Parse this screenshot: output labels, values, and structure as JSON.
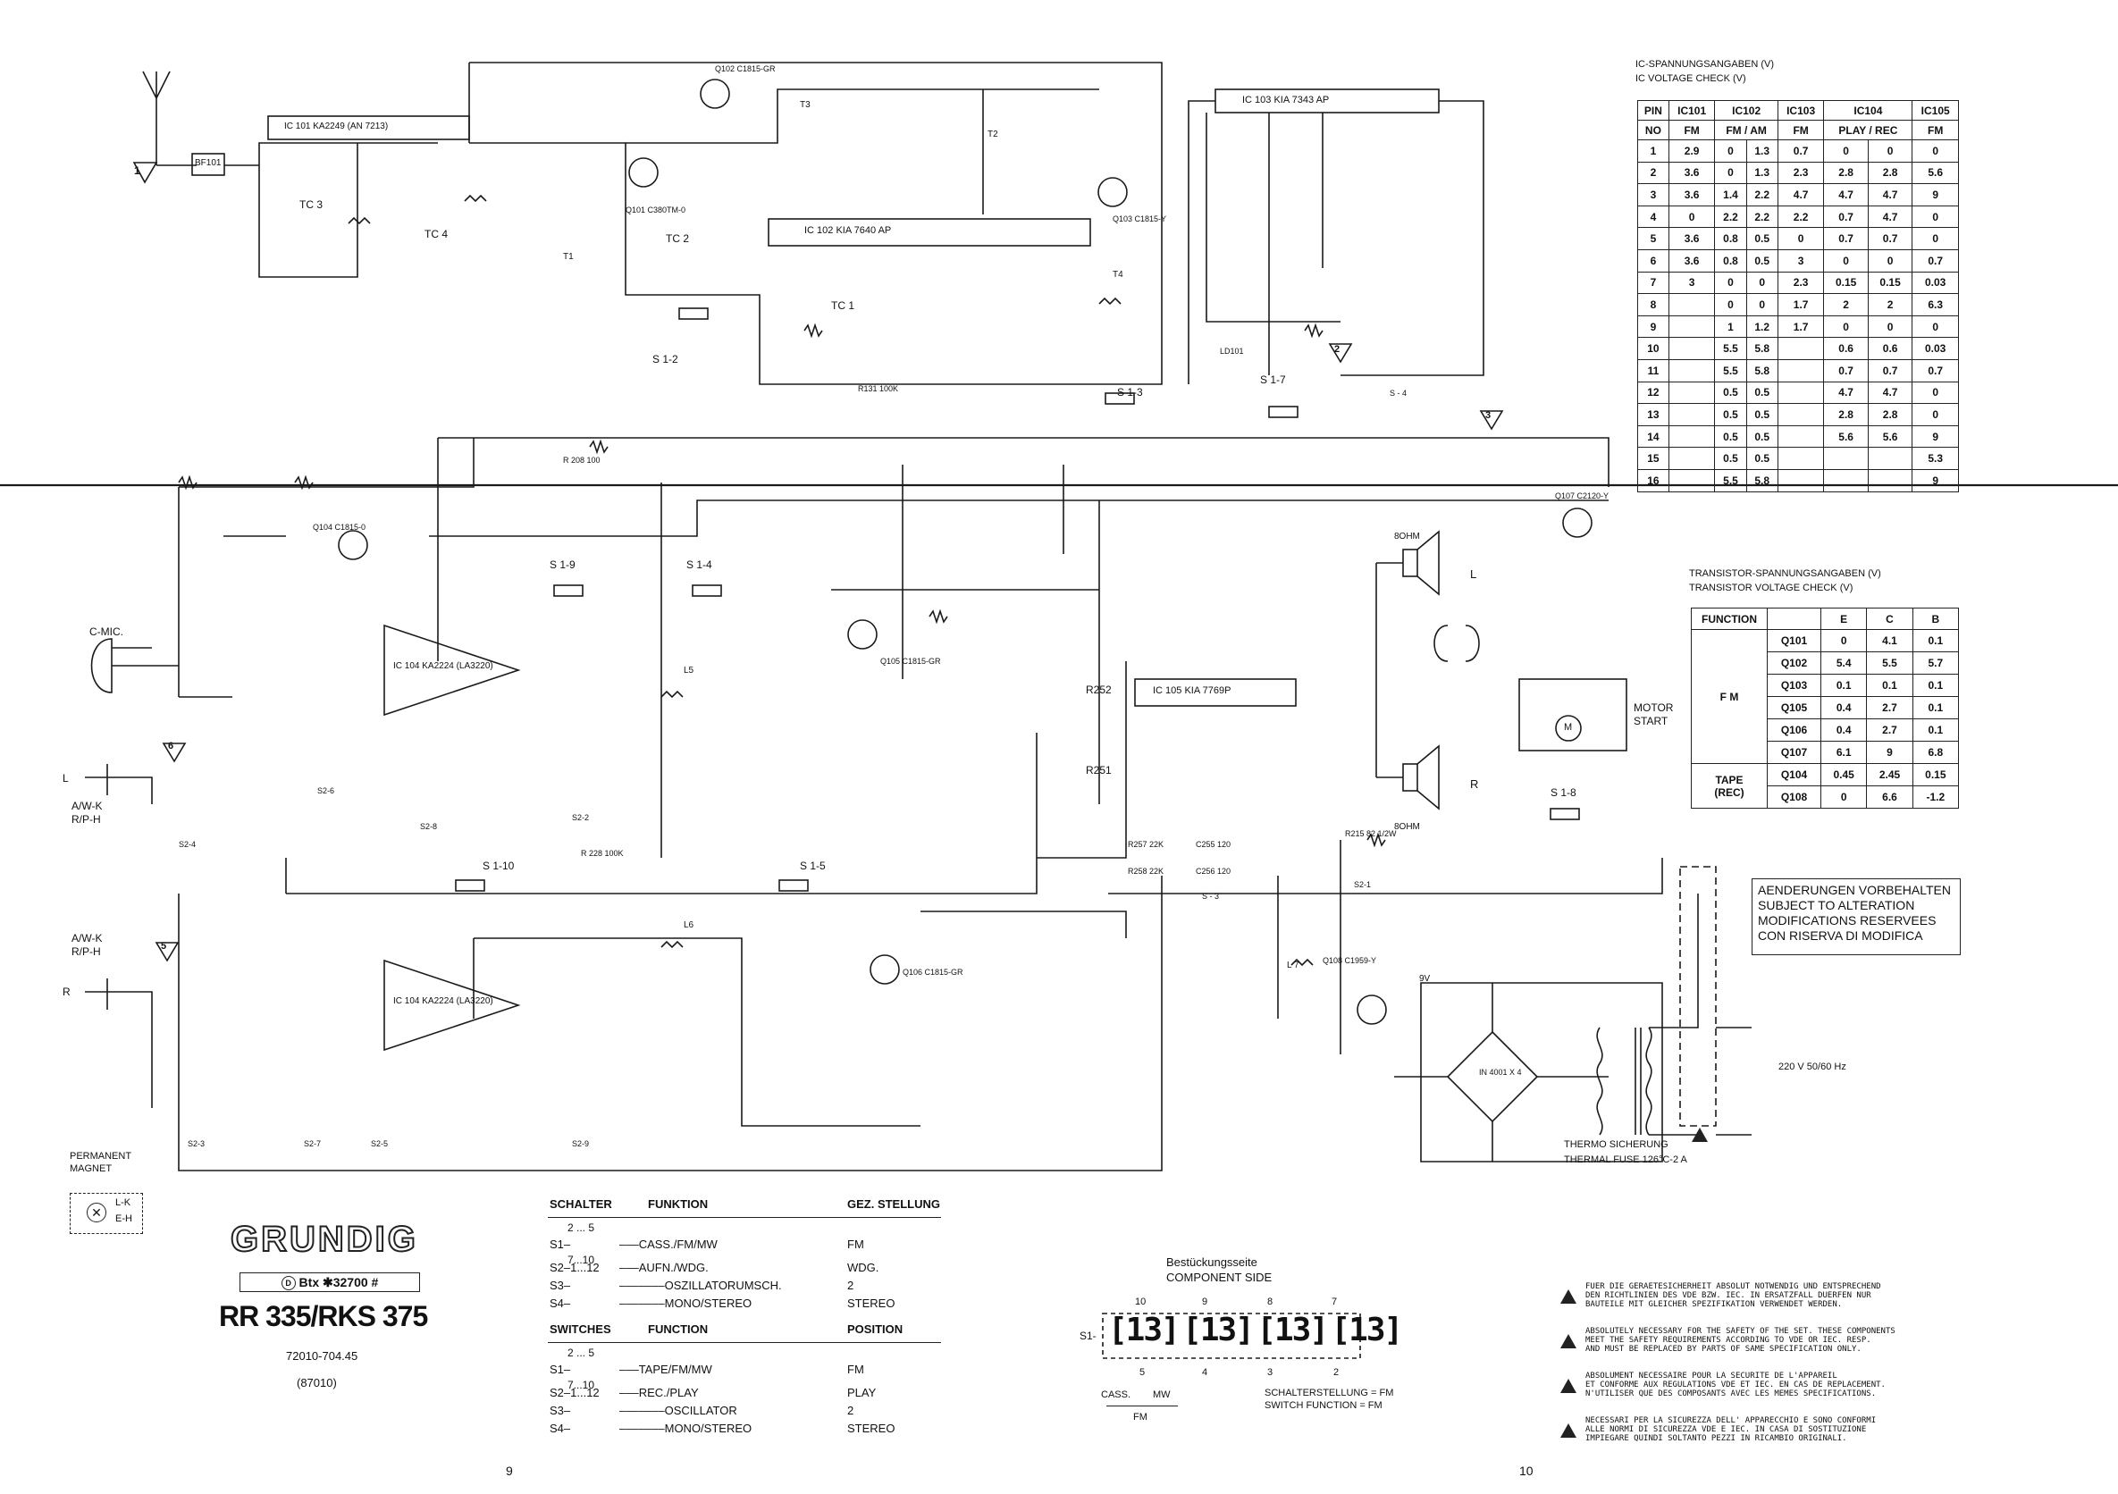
{
  "ic_table": {
    "title_de": "IC-SPANNUNGSANGABEN (V)",
    "title_en": "IC VOLTAGE CHECK (V)",
    "ic_names": [
      "IC101",
      "IC102",
      "IC103",
      "IC104",
      "IC105"
    ],
    "pin_header": [
      "PIN",
      "NO"
    ],
    "sub": [
      "FM",
      "FM / AM",
      "FM",
      "PLAY / REC",
      "FM"
    ],
    "rows": [
      [
        "1",
        "2.9",
        "0",
        "1.3",
        "0.7",
        "0",
        "0",
        "0"
      ],
      [
        "2",
        "3.6",
        "0",
        "1.3",
        "2.3",
        "2.8",
        "2.8",
        "5.6"
      ],
      [
        "3",
        "3.6",
        "1.4",
        "2.2",
        "4.7",
        "4.7",
        "4.7",
        "9"
      ],
      [
        "4",
        "0",
        "2.2",
        "2.2",
        "2.2",
        "0.7",
        "4.7",
        "0"
      ],
      [
        "5",
        "3.6",
        "0.8",
        "0.5",
        "0",
        "0.7",
        "0.7",
        "0"
      ],
      [
        "6",
        "3.6",
        "0.8",
        "0.5",
        "3",
        "0",
        "0",
        "0.7"
      ],
      [
        "7",
        "3",
        "0",
        "0",
        "2.3",
        "0.15",
        "0.15",
        "0.03"
      ],
      [
        "8",
        "",
        "0",
        "0",
        "1.7",
        "2",
        "2",
        "6.3"
      ],
      [
        "9",
        "",
        "1",
        "1.2",
        "1.7",
        "0",
        "0",
        "0"
      ],
      [
        "10",
        "",
        "5.5",
        "5.8",
        "",
        "0.6",
        "0.6",
        "0.03"
      ],
      [
        "11",
        "",
        "5.5",
        "5.8",
        "",
        "0.7",
        "0.7",
        "0.7"
      ],
      [
        "12",
        "",
        "0.5",
        "0.5",
        "",
        "4.7",
        "4.7",
        "0"
      ],
      [
        "13",
        "",
        "0.5",
        "0.5",
        "",
        "2.8",
        "2.8",
        "0"
      ],
      [
        "14",
        "",
        "0.5",
        "0.5",
        "",
        "5.6",
        "5.6",
        "9"
      ],
      [
        "15",
        "",
        "0.5",
        "0.5",
        "",
        "",
        "",
        "5.3"
      ],
      [
        "16",
        "",
        "5.5",
        "5.8",
        "",
        "",
        "",
        "9"
      ]
    ]
  },
  "tr_table": {
    "title_de": "TRANSISTOR-SPANNUNGSANGABEN (V)",
    "title_en": "TRANSISTOR VOLTAGE CHECK (V)",
    "header": [
      "FUNCTION",
      "",
      "E",
      "C",
      "B"
    ],
    "groups": [
      {
        "label": "F M",
        "rows": [
          [
            "Q101",
            "0",
            "4.1",
            "0.1"
          ],
          [
            "Q102",
            "5.4",
            "5.5",
            "5.7"
          ],
          [
            "Q103",
            "0.1",
            "0.1",
            "0.1"
          ],
          [
            "Q105",
            "0.4",
            "2.7",
            "0.1"
          ],
          [
            "Q106",
            "0.4",
            "2.7",
            "0.1"
          ],
          [
            "Q107",
            "6.1",
            "9",
            "6.8"
          ]
        ]
      },
      {
        "label": "TAPE",
        "label2": "(REC)",
        "rows": [
          [
            "Q104",
            "0.45",
            "2.45",
            "0.15"
          ],
          [
            "Q108",
            "0",
            "6.6",
            "-1.2"
          ]
        ]
      }
    ]
  },
  "alteration_box": [
    "AENDERUNGEN VORBEHALTEN",
    "SUBJECT TO ALTERATION",
    "MODIFICATIONS RESERVEES",
    "CON RISERVA DI MODIFICA"
  ],
  "power": {
    "mains": "220 V 50/60 Hz",
    "fuse_de": "THERMO SICHERUNG",
    "fuse_en": "THERMAL FUSE 126°C-2 A"
  },
  "brand": {
    "logo": "GRUNDIG",
    "btx": "Btx ✱32700 #",
    "model": "RR 335/RKS 375",
    "code": "72010-704.45",
    "sub": "(87010)"
  },
  "magnet": {
    "label1": "PERMANENT",
    "label2": "MAGNET",
    "lk": "L-K",
    "eh": "E-H"
  },
  "switch_table_de": {
    "headers": [
      "SCHALTER",
      "FUNKTION",
      "GEZ. STELLUNG"
    ],
    "rows": [
      {
        "top": "2 ... 5",
        "sw": "S1–",
        "fn": "–––CASS./FM/MW",
        "pos": "FM",
        "bottom": "7...10"
      },
      {
        "sw": "S2–1...12",
        "fn": "–––AUFN./WDG.",
        "pos": "WDG."
      },
      {
        "sw": "S3–",
        "fn": "–––––––OSZILLATORUMSCH.",
        "pos": "2"
      },
      {
        "sw": "S4–",
        "fn": "–––––––MONO/STEREO",
        "pos": "STEREO"
      }
    ]
  },
  "switch_table_en": {
    "headers": [
      "SWITCHES",
      "FUNCTION",
      "POSITION"
    ],
    "rows": [
      {
        "top": "2 ... 5",
        "sw": "S1–",
        "fn": "–––TAPE/FM/MW",
        "pos": "FM",
        "bottom": "7...10"
      },
      {
        "sw": "S2–1...12",
        "fn": "–––REC./PLAY",
        "pos": "PLAY"
      },
      {
        "sw": "S3–",
        "fn": "–––––––OSCILLATOR",
        "pos": "2"
      },
      {
        "sw": "S4–",
        "fn": "–––––––MONO/STEREO",
        "pos": "STEREO"
      }
    ]
  },
  "component_side": {
    "label_de": "Bestückungsseite",
    "label_en": "COMPONENT SIDE",
    "top_nums": [
      "10",
      "9",
      "8",
      "7"
    ],
    "bottom_nums": [
      "5",
      "4",
      "3",
      "2"
    ],
    "s1": "S1-",
    "cass": "CASS.",
    "mw": "MW",
    "fm": "FM",
    "func1": "SCHALTERSTELLUNG = FM",
    "func2": "SWITCH FUNCTION = FM"
  },
  "safety_notes": [
    "FUER DIE GERAETESICHERHEIT ABSOLUT NOTWENDIG UND ENTSPRECHEND\nDEN RICHTLINIEN DES VDE BZW. IEC. IN ERSATZFALL DUERFEN NUR\nBAUTEILE MIT GLEICHER SPEZIFIKATION VERWENDET WERDEN.",
    "ABSOLUTELY NECESSARY FOR THE SAFETY OF THE SET. THESE COMPONENTS\nMEET THE SAFETY REQUIREMENTS ACCORDING TO VDE OR IEC. RESP.\nAND MUST BE REPLACED BY PARTS OF SAME SPECIFICATION ONLY.",
    "ABSOLUMENT NECESSAIRE POUR LA SECURITE DE L'APPAREIL\nET CONFORME AUX REGULATIONS VDE ET IEC. EN CAS DE REPLACEMENT.\nN'UTILISER QUE DES COMPOSANTS AVEC LES MEMES SPECIFICATIONS.",
    "NECESSARI PER LA SICUREZZA DELL' APPARECCHIO E SONO CONFORMI\nALLE NORMI DI SICUREZZA VDE E IEC. IN CASA DI SOSTITUZIONE\nIMPIEGARE QUINDI SOLTANTO PEZZI IN RICAMBIO ORIGINALI."
  ],
  "page_numbers": [
    "9",
    "10"
  ],
  "labels": {
    "ic101": "IC 101 KA2249 (AN 7213)",
    "ic102": "IC 102 KIA 7640 AP",
    "ic103": "IC 103 KIA 7343 AP",
    "ic104": "IC 104 KA2224 (LA3220)",
    "ic104b": "IC 104 KA2224 (LA3220)",
    "ic105": "IC 105 KIA 7769P",
    "bf101": "BF101",
    "cmic": "C-MIC.",
    "awk1": "A/W-K",
    "rph1": "R/P-H",
    "awk2": "A/W-K",
    "rph2": "R/P-H",
    "ch_l": "L",
    "ch_r": "R",
    "spk_l": "L",
    "spk_r": "R",
    "ohm1": "8OHM",
    "ohm2": "8OHM",
    "motor": "MOTOR",
    "start": "START",
    "q101": "Q101 C380TM-0",
    "q102": "Q102 C1815-GR",
    "q103": "Q103 C1815-Y",
    "q104": "Q104 C1815-0",
    "q105": "Q105 C1815-GR",
    "q106": "Q106 C1815-GR",
    "q107": "Q107 C2120-Y",
    "q108": "Q108 C1959-Y",
    "s12": "S 1-2",
    "s13": "S 1-3",
    "s17": "S 1-7",
    "s19": "S 1-9",
    "s14": "S 1-4",
    "s15": "S 1-5",
    "s18": "S 1-8",
    "s110": "S 1-10",
    "s3": "S - 3",
    "s4": "S - 4",
    "s26": "S2-6",
    "s24": "S2-4",
    "s28": "S2-8",
    "s22": "S2-2",
    "s23": "S2-3",
    "s27": "S2-7",
    "s25": "S2-5",
    "s29": "S2-9",
    "s21": "S2-1",
    "r208": "R 208 100",
    "r228": "R 228 100K",
    "r131": "R131 100K",
    "r215": "R215 82 1/2W",
    "r257": "R257 22K",
    "r258": "R258 22K",
    "c255": "C255 120",
    "c256": "C256 120",
    "in4001": "IN 4001 X 4",
    "r252": "R252",
    "r251": "R251",
    "ld101": "LD101",
    "tc1": "TC 1",
    "tc2": "TC 2",
    "tc3": "TC 3",
    "tc4": "TC 4",
    "t1": "T1",
    "t2": "T2",
    "t3": "T3",
    "t4": "T4",
    "l5": "L5",
    "l6": "L6",
    "l7": "L 7",
    "nine_v": "9V",
    "m": "M"
  },
  "markers": [
    "1",
    "2",
    "3",
    "5",
    "6"
  ]
}
